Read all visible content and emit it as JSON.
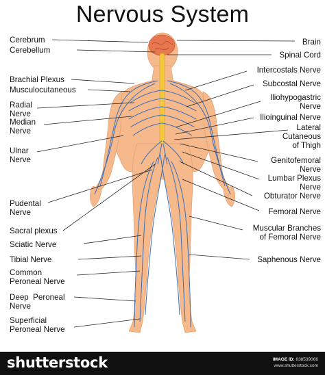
{
  "title": "Nervous System",
  "labels_left": {
    "cerebrum": "Cerebrum",
    "cerebellum": "Cerebellum",
    "brachial_plexus": "Brachial Plexus",
    "musculocutaneous": "Musculocutaneous",
    "radial_nerve": [
      "Radial",
      "Nerve"
    ],
    "median_nerve": [
      "Median",
      "Nerve"
    ],
    "ulnar_nerve": [
      "Ulnar",
      "Nerve"
    ],
    "pudental_nerve": [
      "Pudental",
      "Nerve"
    ],
    "sacral_plexus": "Sacral plexus",
    "sciatic_nerve": "Sciatic Nerve",
    "tibial_nerve": "Tibial Nerve",
    "common_peroneal": [
      "Common",
      "Peroneal Nerve"
    ],
    "deep_peroneal": [
      "Deep  Peroneal",
      "Nerve"
    ],
    "superficial_peroneal": [
      "Superficial",
      "Peroneal Nerve"
    ]
  },
  "labels_right": {
    "brain": "Brain",
    "spinal_cord": "Spinal Cord",
    "intercostals": "Intercostals Nerve",
    "subcostal": "Subcostal Nerve",
    "iliohypogastric": [
      "Iliohypogastric",
      "Nerve"
    ],
    "ilioinguinal": "Ilioinguinal Nerve",
    "lateral_cutaneous": [
      "Lateral",
      "Cutaneous",
      "of Thigh"
    ],
    "genitofemoral": [
      "Genitofemoral",
      "Nerve"
    ],
    "lumbar_plexus": [
      "Lumbar Plexus",
      "Nerve"
    ],
    "obturator": "Obturator Nerve",
    "femoral": "Femoral Nerve",
    "muscular_branches": [
      "Muscular Branches",
      "of Femoral Nerve"
    ],
    "saphenous": "Saphenous Nerve"
  },
  "footer": {
    "brand": "shutterstock",
    "image_id_label": "IMAGE ID:",
    "image_id": "638539066",
    "site": "www.shutterstock.com"
  },
  "colors": {
    "skin": "#f5b98c",
    "nerve": "#3a6fb8",
    "brain": "#e8774f",
    "spinal_cord": "#f2c83a",
    "footer_bg": "#101010"
  }
}
